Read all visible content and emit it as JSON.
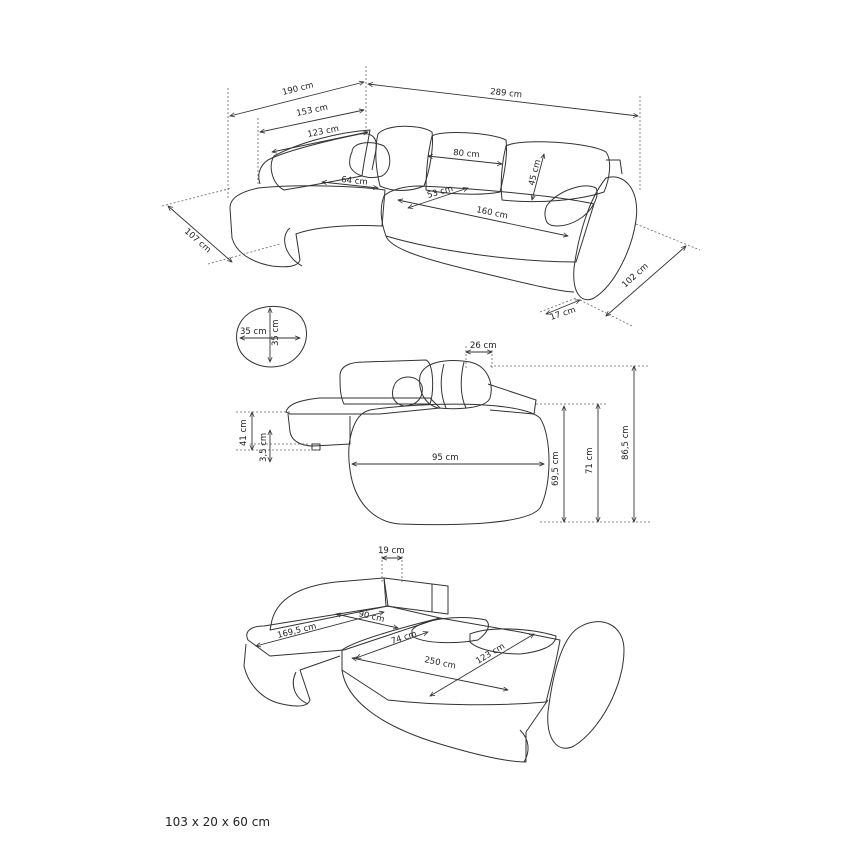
{
  "colors": {
    "line": "#333333",
    "text": "#222222",
    "background": "#ffffff"
  },
  "top_view": {
    "total_width": "289 cm",
    "left_section_outer": "190 cm",
    "left_section_mid": "153 cm",
    "left_back_cushion": "123 cm",
    "middle_back_cushion": "80 cm",
    "back_cushion_height": "45 cm",
    "left_seat_depth": "64 cm",
    "middle_seat_depth": "53 cm",
    "right_seat_width": "160 cm",
    "left_depth": "107 cm",
    "armrest_depth": "102 cm",
    "armrest_width": "17 cm"
  },
  "pillow_view": {
    "width": "35 cm",
    "height": "35 cm"
  },
  "side_view": {
    "pillow_thickness": "26 cm",
    "seat_height": "41 cm",
    "leg_height": "3,5 cm",
    "armrest_length": "95 cm",
    "armrest_height": "69,5 cm",
    "back_height": "71 cm",
    "total_height": "86,5 cm"
  },
  "bed_view": {
    "box_depth": "19 cm",
    "storage_length": "90 cm",
    "left_bed_length": "169,5 cm",
    "middle_width": "74 cm",
    "bed_length": "250 cm",
    "bed_width": "123 cm"
  },
  "footer": {
    "dimensions": "103 x 20 x 60 cm"
  }
}
